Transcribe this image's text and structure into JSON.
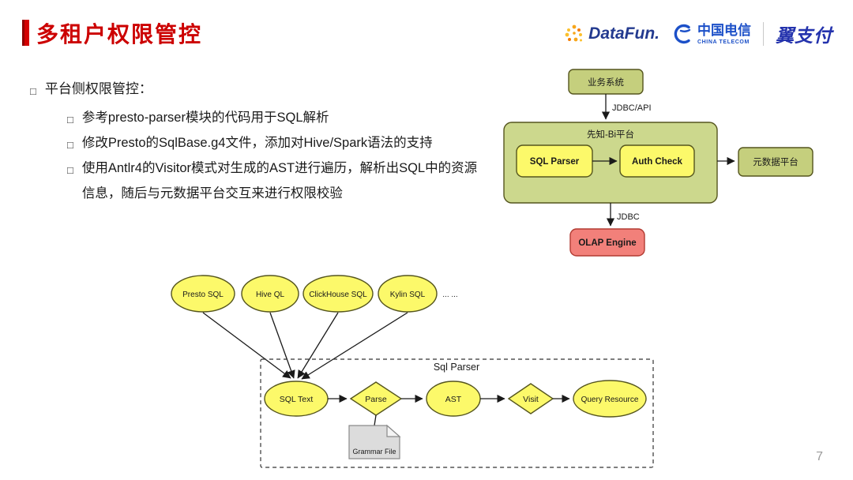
{
  "slide": {
    "title": "多租户权限管控",
    "page_number": "7"
  },
  "logos": {
    "datafun": "DataFun.",
    "telecom_cn": "中国电信",
    "telecom_en": "CHINA TELECOM",
    "bestpay": "翼支付"
  },
  "bullets": {
    "glyph": "□",
    "heading": "平台侧权限管控：",
    "items": [
      "参考presto-parser模块的代码用于SQL解析",
      "修改Presto的SqlBase.g4文件，添加对Hive/Spark语法的支持",
      "使用Antlr4的Visitor模式对生成的AST进行遍历，解析出SQL中的资源信息，随后与元数据平台交互来进行权限校验"
    ]
  },
  "arch_diagram": {
    "business_system": "业务系统",
    "jdbc_api_label": "JDBC/API",
    "platform_label": "先知-Bi平台",
    "sql_parser": "SQL Parser",
    "auth_check": "Auth Check",
    "metadata_platform": "元数据平台",
    "jdbc_label": "JDBC",
    "olap_engine": "OLAP Engine"
  },
  "parser_diagram": {
    "sources": [
      "Presto SQL",
      "Hive QL",
      "ClickHouse SQL",
      "Kylin SQL"
    ],
    "ellipsis": "... ...",
    "container_label": "Sql Parser",
    "flow": [
      "SQL Text",
      "Parse",
      "AST",
      "Visit",
      "Query Resource"
    ],
    "grammar_file": "Grammar File"
  },
  "colors": {
    "accent_red": "#cc0000",
    "telecom_blue": "#1c50c8",
    "bestpay_blue": "#2433ad",
    "khaki": "#c5cf7d",
    "platform_green": "#ccd88d",
    "yellow": "#fcf96a",
    "salmon": "#f2807a",
    "border_olive": "#55551e"
  }
}
